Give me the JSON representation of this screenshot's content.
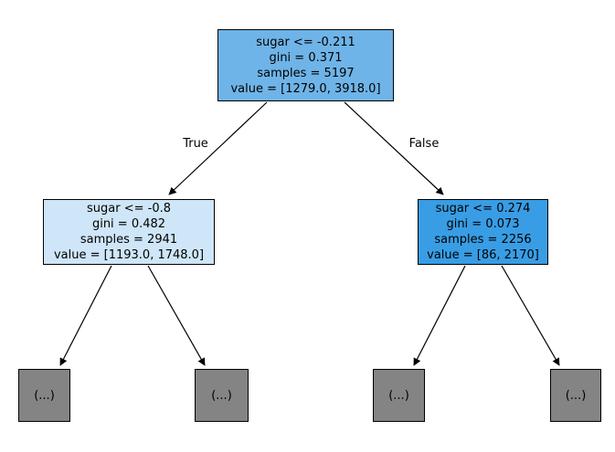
{
  "figure": {
    "type": "decision_tree_plot",
    "background_color": "#ffffff",
    "border_color": "#000000",
    "edge_color": "#000000"
  },
  "edge_labels": {
    "true_branch": "True",
    "false_branch": "False"
  },
  "tree": {
    "root": {
      "condition": "sugar <= -0.211",
      "gini": "gini = 0.371",
      "samples": "samples = 5197",
      "value": "value = [1279.0, 3918.0]",
      "fill_color": "#6fb4e8"
    },
    "left_child": {
      "condition": "sugar <= -0.8",
      "gini": "gini = 0.482",
      "samples": "samples = 2941",
      "value": "value = [1193.0, 1748.0]",
      "fill_color": "#cee6f8"
    },
    "right_child": {
      "condition": "sugar <= 0.274",
      "gini": "gini = 0.073",
      "samples": "samples = 2256",
      "value": "value = [86, 2170]",
      "fill_color": "#399de5"
    },
    "leaves": {
      "labels": [
        "(...)",
        "(...)",
        "(...)",
        "(...)"
      ],
      "fill_color": "#848484"
    }
  }
}
